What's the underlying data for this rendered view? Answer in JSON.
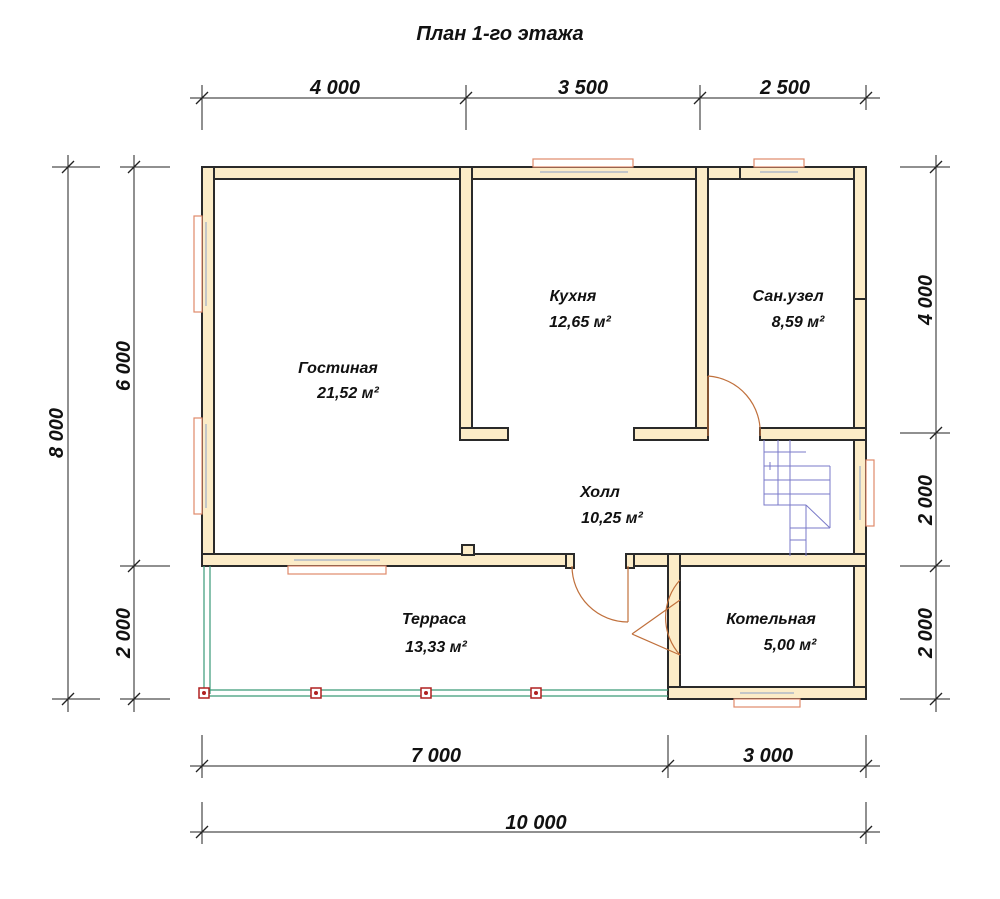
{
  "title": "План 1-го этажа",
  "dimensions": {
    "top": [
      "4 000",
      "3 500",
      "2 500"
    ],
    "bottom_parts": [
      "7 000",
      "3 000"
    ],
    "bottom_total": "10 000",
    "left_total": "8 000",
    "left_upper": "6 000",
    "left_lower": "2 000",
    "right": [
      "4 000",
      "2 000",
      "2 000"
    ]
  },
  "rooms": [
    {
      "name": "Гостиная",
      "area": "21,52 м²"
    },
    {
      "name": "Кухня",
      "area": "12,65 м²"
    },
    {
      "name": "Сан.узел",
      "area": "8,59 м²"
    },
    {
      "name": "Холл",
      "area": "10,25 м²"
    },
    {
      "name": "Терраса",
      "area": "13,33 м²"
    },
    {
      "name": "Котельная",
      "area": "5,00 м²"
    }
  ],
  "colors": {
    "wall_fill": "#fcecc8",
    "wall_stroke": "#2a2a2a",
    "window_frame": "#e08a6a",
    "door": "#c0703c",
    "railing": "#3a9a78",
    "post": "#b02020",
    "stair": "#7a7ac8"
  }
}
